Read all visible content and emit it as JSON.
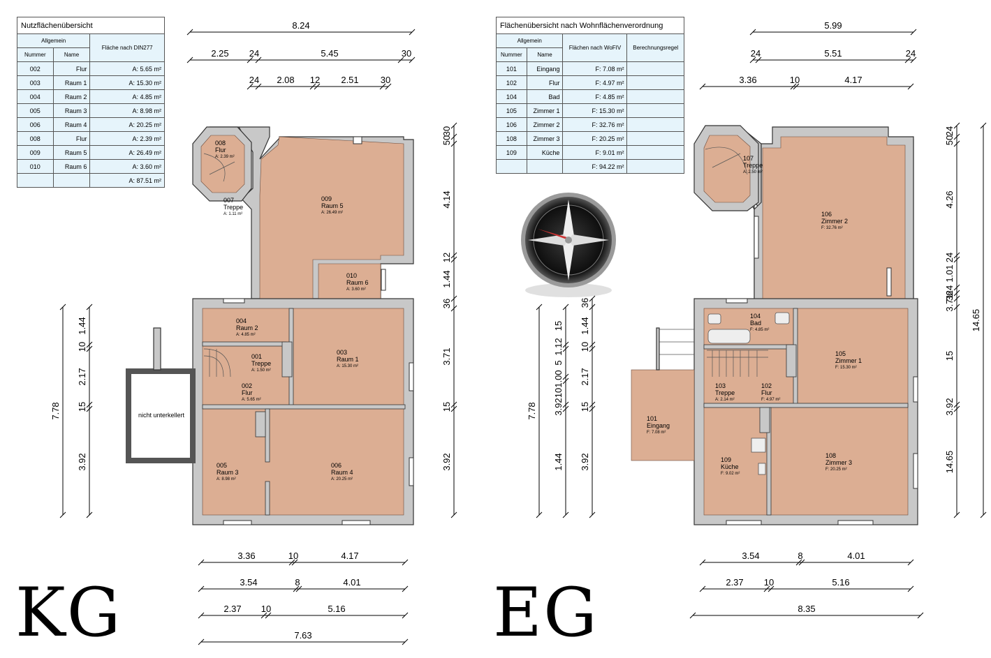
{
  "kg_table": {
    "title": "Nutzflächenübersicht",
    "h_allgemein": "Allgemein",
    "h_nummer": "Nummer",
    "h_name": "Name",
    "h_flaeche": "Fläche nach DIN277",
    "rows": [
      [
        "002",
        "Flur",
        "A:  5.65  m²"
      ],
      [
        "003",
        "Raum  1",
        "A:  15.30  m²"
      ],
      [
        "004",
        "Raum  2",
        "A:  4.85  m²"
      ],
      [
        "005",
        "Raum  3",
        "A:  8.98  m²"
      ],
      [
        "006",
        "Raum  4",
        "A:  20.25  m²"
      ],
      [
        "008",
        "Flur",
        "A:  2.39  m²"
      ],
      [
        "009",
        "Raum  5",
        "A:  26.49  m²"
      ],
      [
        "010",
        "Raum  6",
        "A:  3.60  m²"
      ]
    ],
    "total": "A:  87.51  m²"
  },
  "eg_table": {
    "title": "Flächenübersicht nach Wohnflächenverordnung",
    "h_allgemein": "Allgemein",
    "h_nummer": "Nummer",
    "h_name": "Name",
    "h_flaeche": "Flächen nach WoFIV",
    "h_regel": "Berechnungsregel",
    "rows": [
      [
        "101",
        "Eingang",
        "F:  7.08  m²"
      ],
      [
        "102",
        "Flur",
        "F:  4.97  m²"
      ],
      [
        "104",
        "Bad",
        "F:  4.85  m²"
      ],
      [
        "105",
        "Zimmer  1",
        "F:  15.30  m²"
      ],
      [
        "106",
        "Zimmer  2",
        "F:  32.76  m²"
      ],
      [
        "108",
        "Zimmer  3",
        "F:  20.25  m²"
      ],
      [
        "109",
        "Küche",
        "F:  9.01  m²"
      ]
    ],
    "total": "F:  94.22  m²"
  },
  "labels": {
    "kg": "KG",
    "eg": "EG",
    "nicht": "nicht unterkellert"
  },
  "kg_rooms": [
    {
      "num": "008",
      "name": "Flur",
      "area": "A: 2.39 m²"
    },
    {
      "num": "007",
      "name": "Treppe",
      "area": "A: 1.11 m²"
    },
    {
      "num": "009",
      "name": "Raum 5",
      "area": "A: 26.49 m²"
    },
    {
      "num": "010",
      "name": "Raum 6",
      "area": "A: 3.60 m²"
    },
    {
      "num": "004",
      "name": "Raum 2",
      "area": "A: 4.85 m²"
    },
    {
      "num": "001",
      "name": "Treppe",
      "area": "A: 1.50 m²"
    },
    {
      "num": "003",
      "name": "Raum 1",
      "area": "A: 15.30 m²"
    },
    {
      "num": "002",
      "name": "Flur",
      "area": "A: 5.65 m²"
    },
    {
      "num": "005",
      "name": "Raum 3",
      "area": "A: 8.98 m²"
    },
    {
      "num": "006",
      "name": "Raum 4",
      "area": "A: 20.25 m²"
    }
  ],
  "eg_rooms": [
    {
      "num": "107",
      "name": "Treppe",
      "area": "A: 2.50 m²"
    },
    {
      "num": "106",
      "name": "Zimmer 2",
      "area": "F: 32.76 m²"
    },
    {
      "num": "104",
      "name": "Bad",
      "area": "F: 4.85 m²"
    },
    {
      "num": "105",
      "name": "Zimmer 1",
      "area": "F: 15.30 m²"
    },
    {
      "num": "103",
      "name": "Treppe",
      "area": "A: 2.14 m²"
    },
    {
      "num": "102",
      "name": "Flur",
      "area": "F: 4.97 m²"
    },
    {
      "num": "101",
      "name": "Eingang",
      "area": "F: 7.08 m²"
    },
    {
      "num": "109",
      "name": "Küche",
      "area": "F: 9.02 m²"
    },
    {
      "num": "108",
      "name": "Zimmer 3",
      "area": "F: 20.25 m²"
    }
  ],
  "kg_dims": {
    "top": [
      "8.24",
      "2.25",
      "24",
      "5.45",
      "30",
      "24",
      "2.08",
      "12",
      "2.51",
      "30"
    ],
    "bottom": [
      "3.36",
      "10",
      "4.17",
      "3.54",
      "8",
      "4.01",
      "2.37",
      "10",
      "5.16",
      "7.63"
    ],
    "left": [
      "7.78",
      "1.44",
      "10",
      "2.17",
      "15",
      "3.92"
    ],
    "right": [
      "30",
      "50",
      "4.14",
      "12",
      "1.44",
      "36",
      "3.71",
      "15",
      "3.92"
    ]
  },
  "eg_dims": {
    "top": [
      "5.99",
      "24",
      "5.51",
      "24",
      "3.36",
      "10",
      "4.17"
    ],
    "bottom": [
      "3.54",
      "8",
      "4.01",
      "2.37",
      "10",
      "5.16",
      "8.35"
    ],
    "left": [
      "7.78",
      "15",
      "1.12",
      "5",
      "1.00",
      "10",
      "3.92",
      "1.44",
      "10",
      "2.17",
      "15",
      "36"
    ],
    "right": [
      "24",
      "50",
      "4.26",
      "24",
      "1.01",
      "24",
      "36",
      "3.71",
      "15",
      "3.92",
      "14.65"
    ]
  }
}
